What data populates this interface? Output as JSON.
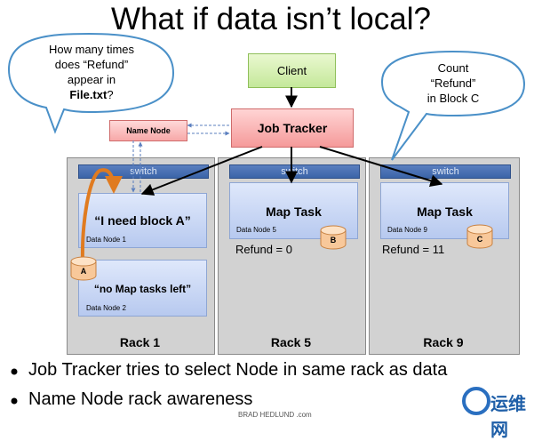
{
  "title": "What if data isn’t local?",
  "bubble_left": {
    "line1": "How many times",
    "line2": "does “Refund”",
    "line3": "appear in",
    "line4": "File.txt",
    "line4_suffix": "?"
  },
  "bubble_right": {
    "line1": "Count",
    "line2": "“Refund”",
    "line3": "in Block C"
  },
  "client": "Client",
  "job_tracker": "Job Tracker",
  "name_node": "Name Node",
  "racks": [
    {
      "label": "Rack 1",
      "switch": "switch",
      "nodes": [
        {
          "main": "“I need block A”",
          "sub": "Data Node 1"
        },
        {
          "main": "“no Map tasks left”",
          "sub": "Data Node 2"
        }
      ],
      "block": "A"
    },
    {
      "label": "Rack 5",
      "switch": "switch",
      "node_main": "Map Task",
      "node_sub": "Data Node 5",
      "block": "B",
      "refund": "Refund = 0"
    },
    {
      "label": "Rack 9",
      "switch": "switch",
      "node_main": "Map Task",
      "node_sub": "Data Node 9",
      "block": "C",
      "refund": "Refund = 11"
    }
  ],
  "bullets": [
    "Job Tracker tries to select Node in same rack as data",
    "Name Node rack awareness"
  ],
  "credit": "BRAD HEDLUND .com",
  "watermark": "运维网",
  "colors": {
    "switch": "#3b64a8",
    "node": "#c7d6f3",
    "client": "#c4e89a",
    "job_tracker": "#f59a9a",
    "rack": "#d2d2d2",
    "arrow_orange": "#e07b20"
  }
}
